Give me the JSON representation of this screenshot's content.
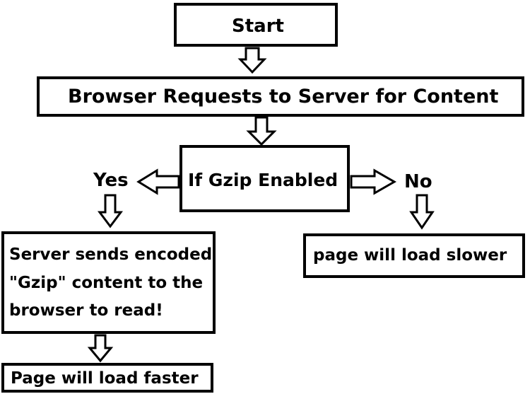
{
  "flowchart": {
    "start": "Start",
    "request": "Browser Requests to Server for Content",
    "decision": "If Gzip Enabled",
    "yes_label": "Yes",
    "no_label": "No",
    "yes_box": {
      "line1": "Server sends encoded",
      "line2": "\"Gzip\" content to the",
      "line3": "browser to read!"
    },
    "no_box": "page will load slower",
    "faster": "Page will load faster"
  }
}
